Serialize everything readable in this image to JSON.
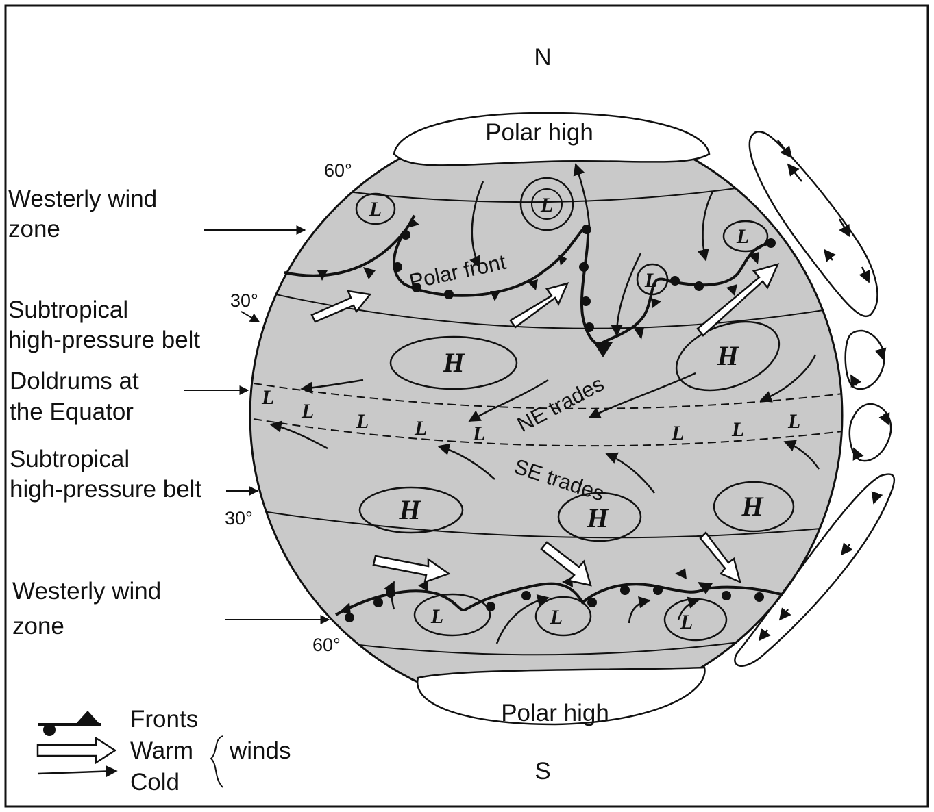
{
  "compass": {
    "north": "N",
    "south": "S"
  },
  "polar_high": {
    "top": "Polar high",
    "bottom": "Polar high"
  },
  "latitude_marks": {
    "n60": "60°",
    "n30": "30°",
    "s30": "30°",
    "s60": "60°"
  },
  "zone_labels": {
    "westerly_north_1": "Westerly wind",
    "westerly_north_2": "zone",
    "subtropical_north_1": "Subtropical",
    "subtropical_north_2": "high-pressure belt",
    "doldrums_1": "Doldrums at",
    "doldrums_2": "the Equator",
    "subtropical_south_1": "Subtropical",
    "subtropical_south_2": "high-pressure belt",
    "westerly_south_1": "Westerly wind",
    "westerly_south_2": "zone"
  },
  "pressure": {
    "high": "H",
    "low": "L"
  },
  "front_label": "Polar front",
  "trades": {
    "ne": "NE trades",
    "se": "SE trades"
  },
  "legend": {
    "fronts": "Fronts",
    "warm": "Warm",
    "cold": "Cold",
    "winds": "winds"
  },
  "colors": {
    "globe_fill": "#c9c9c9",
    "ink": "#111111",
    "paper": "#ffffff"
  }
}
